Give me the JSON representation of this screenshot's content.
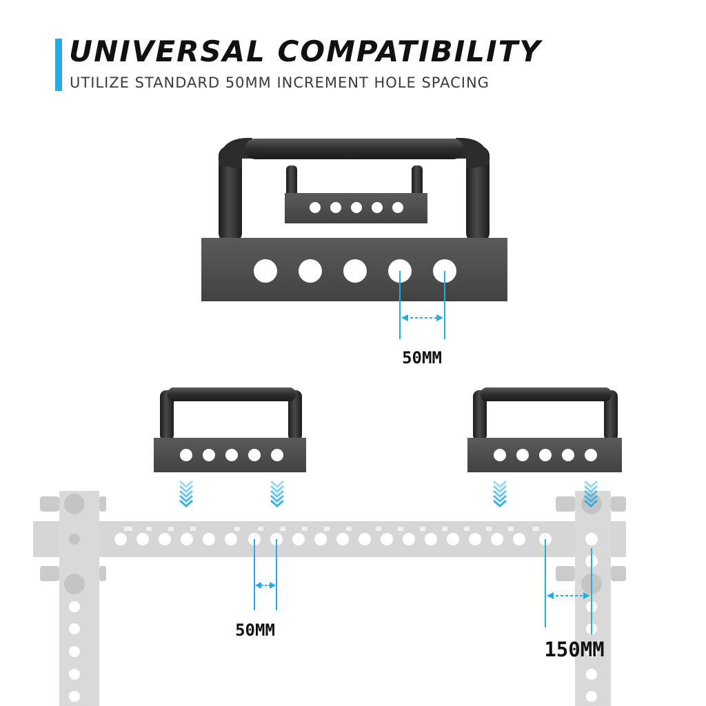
{
  "header": {
    "title": "UNIVERSAL COMPATIBILITY",
    "subtitle": "UTILIZE STANDARD 50MM INCREMENT HOLE SPACING"
  },
  "dimensions": {
    "main_spacing": "50MM",
    "rack_spacing": "50MM",
    "offset_spacing": "150MM"
  },
  "colors": {
    "accent": "#29abe2",
    "steel": "#4a4a4a",
    "steel_dark": "#2a2a2a",
    "rack": "#d6d6d6",
    "dimension_line": "#29abe2"
  }
}
